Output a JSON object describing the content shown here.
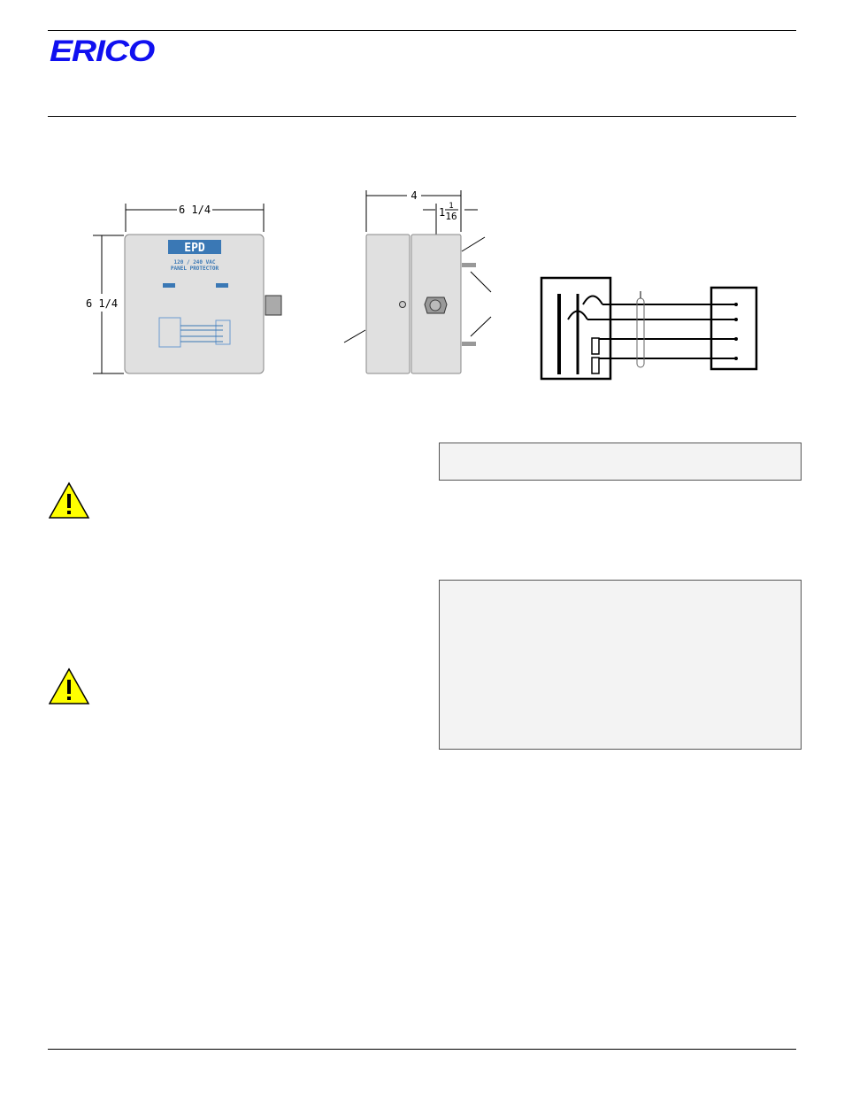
{
  "header": {
    "logo": "ERICO"
  },
  "drawings": {
    "front": {
      "width_dim": "6 1/4",
      "height_dim": "6 1/4",
      "brand": "EPD",
      "voltage": "120 / 240 VAC",
      "product": "PANEL PROTECTOR",
      "panel_color": "#e0e0e0",
      "accent": "#3a78b5"
    },
    "side": {
      "depth_dim": "4",
      "offset_whole": "1",
      "offset_num": "1",
      "offset_den": "16"
    }
  },
  "warnings": [
    {
      "icon": "warning-triangle-icon"
    },
    {
      "icon": "warning-triangle-icon"
    }
  ]
}
